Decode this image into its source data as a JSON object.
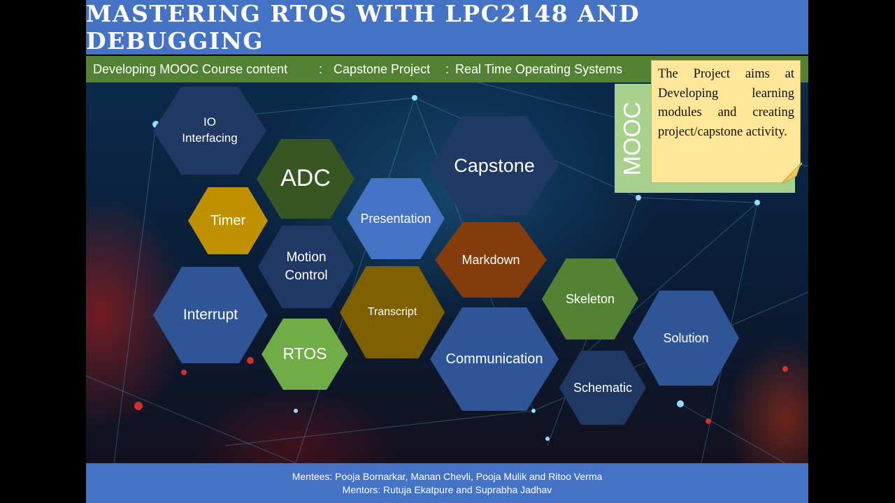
{
  "title": "Mastering RTOS with LPC2148 and Debugging",
  "subtitle": {
    "left": "Developing MOOC Course content",
    "sep1": ":",
    "middle": "Capstone Project",
    "sep2": ":",
    "right": "Real Time Operating Systems"
  },
  "note": {
    "label": "MOOC",
    "text": "The Project aims at Developing learning modules and creating project/capstone activity."
  },
  "hexagons": [
    {
      "id": "io-interfacing",
      "label": "IO Interfacing",
      "color": "#203864"
    },
    {
      "id": "adc",
      "label": "ADC",
      "color": "#375623"
    },
    {
      "id": "timer",
      "label": "Timer",
      "color": "#bf9000"
    },
    {
      "id": "motion-control",
      "label": "Motion Control",
      "color": "#203864"
    },
    {
      "id": "interrupt",
      "label": "Interrupt",
      "color": "#2f5597"
    },
    {
      "id": "rtos",
      "label": "RTOS",
      "color": "#70ad47"
    },
    {
      "id": "presentation",
      "label": "Presentation",
      "color": "#4472c4"
    },
    {
      "id": "transcript",
      "label": "Transcript",
      "color": "#7f6000"
    },
    {
      "id": "capstone",
      "label": "Capstone",
      "color": "#203864"
    },
    {
      "id": "markdown",
      "label": "Markdown",
      "color": "#843c0c"
    },
    {
      "id": "communication",
      "label": "Communication",
      "color": "#2f5597"
    },
    {
      "id": "skeleton",
      "label": "Skeleton",
      "color": "#548235"
    },
    {
      "id": "schematic",
      "label": "Schematic",
      "color": "#203864"
    },
    {
      "id": "solution",
      "label": "Solution",
      "color": "#2f5597"
    }
  ],
  "footer": {
    "mentees": "Mentees: Pooja Bornarkar, Manan Chevli, Pooja Mulik and Ritoo Verma",
    "mentors": "Mentors: Rutuja Ekatpure and Suprabha Jadhav"
  }
}
